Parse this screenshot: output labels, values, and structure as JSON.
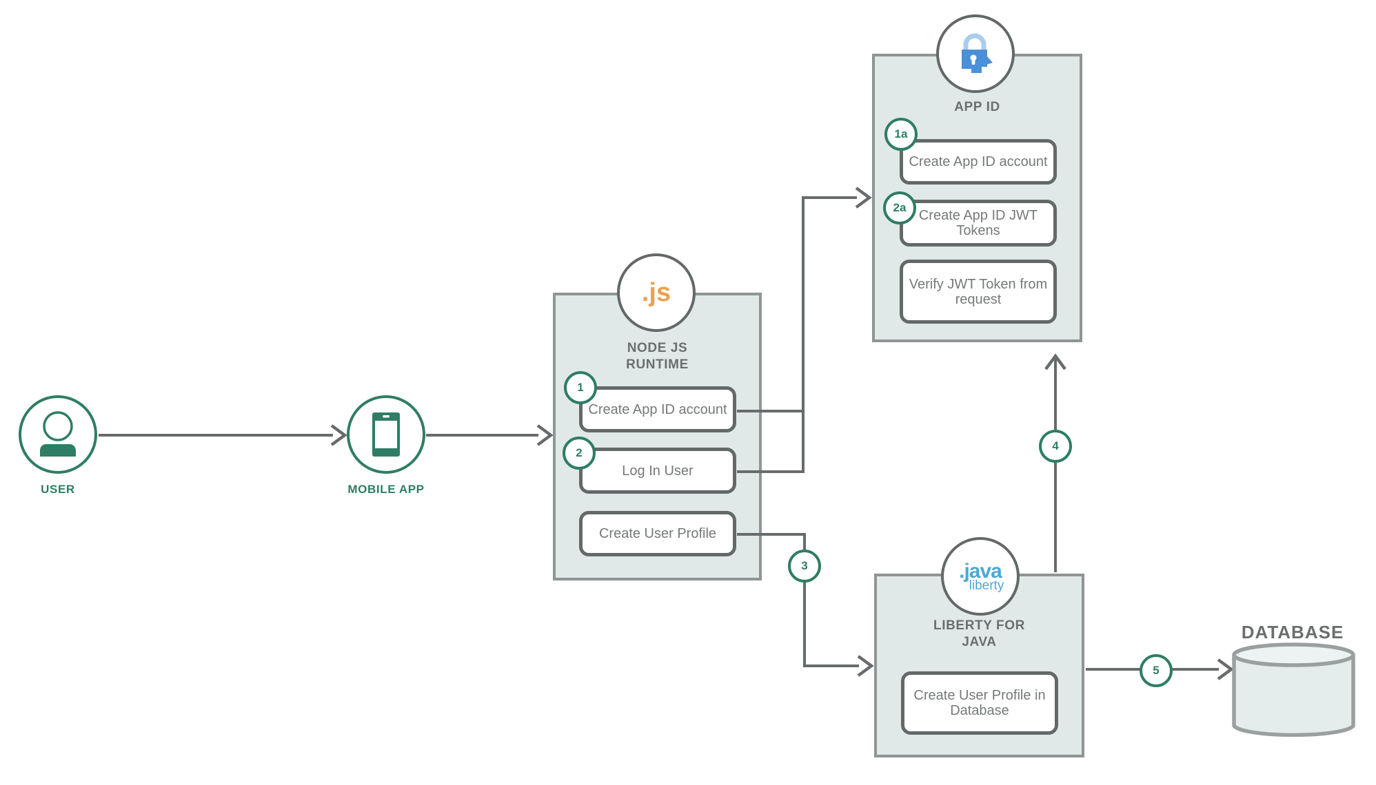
{
  "colors": {
    "green": "#2e7d64",
    "line": "#676b6b",
    "box_fill": "#e0e9e8",
    "box_border": "#8f9494",
    "inner_border": "#636868",
    "text_gray": "#6a6e6e",
    "orange": "#eea04e",
    "appid_blue": "#4a90d9",
    "appid_blue_light": "#a9cdf0",
    "java_blue": "#4aa9d4",
    "db_fill": "#e4edec",
    "db_top_fill": "#edf3f2",
    "db_stroke": "#9aa0a0"
  },
  "actors": {
    "user": {
      "label": "USER"
    },
    "mobile_app": {
      "label": "MOBILE APP"
    }
  },
  "nodejs": {
    "logo": ".js",
    "title1": "NODE JS",
    "title2": "RUNTIME",
    "steps": [
      {
        "badge": "1",
        "label": "Create App ID account"
      },
      {
        "badge": "2",
        "label": "Log In User"
      },
      {
        "label": "Create User Profile"
      }
    ]
  },
  "appid": {
    "title": "APP ID",
    "steps": [
      {
        "badge": "1a",
        "label": "Create App ID account"
      },
      {
        "badge": "2a",
        "label": "Create App ID JWT Tokens"
      },
      {
        "label": "Verify JWT Token from request"
      }
    ]
  },
  "liberty": {
    "logo1": ".java",
    "logo2": "liberty",
    "title1": "LIBERTY FOR",
    "title2": "JAVA",
    "steps": [
      {
        "label": "Create User Profile in Database"
      }
    ]
  },
  "database": {
    "label": "DATABASE"
  },
  "flow_badges": {
    "step3": "3",
    "step4": "4",
    "step5": "5"
  }
}
